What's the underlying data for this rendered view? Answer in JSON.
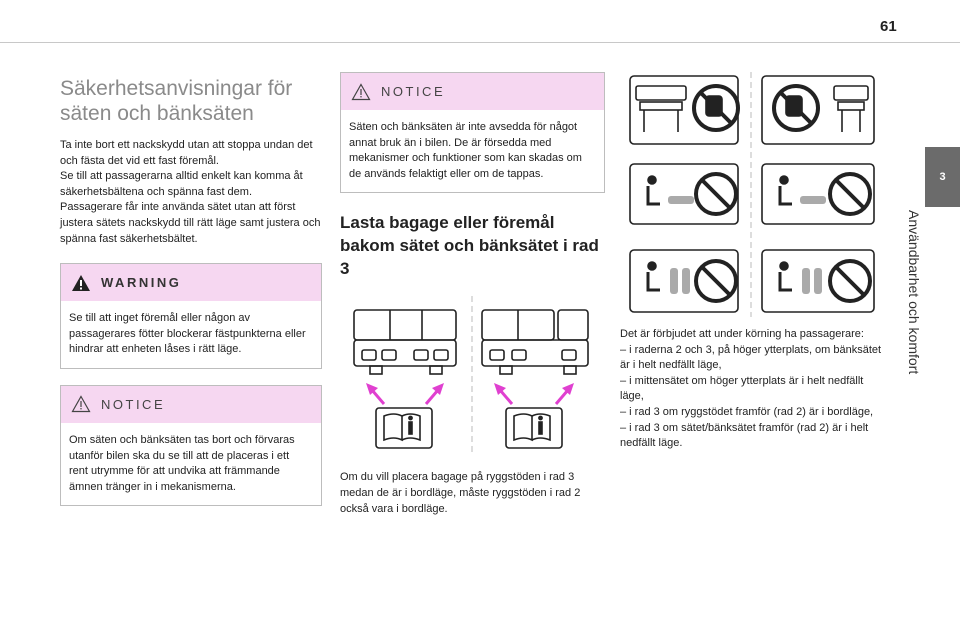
{
  "page": {
    "number": "61"
  },
  "side": {
    "tab_number": "3",
    "chapter": "Användbarhet och komfort"
  },
  "col1": {
    "title": "Säkerhetsanvisningar för säten och bänksäten",
    "intro": "Ta inte bort ett nackskydd utan att stoppa undan det och fästa det vid ett fast föremål.\nSe till att passagerarna alltid enkelt kan komma åt säkerhetsbältena och spänna fast dem.\nPassagerare får inte använda sätet utan att först justera sätets nackskydd till rätt läge samt justera och spänna fast säkerhetsbältet.",
    "warning": {
      "label": "WARNING",
      "text": "Se till att inget föremål eller någon av passagerares fötter blockerar fästpunkterna eller hindrar att enheten låses i rätt läge."
    },
    "notice": {
      "label": "NOTICE",
      "text": "Om säten och bänksäten tas bort och förvaras utanför bilen ska du se till att de placeras i ett rent utrymme för att undvika att främmande ämnen tränger in i mekanismerna."
    }
  },
  "col2": {
    "notice": {
      "label": "NOTICE",
      "text": "Säten och bänksäten är inte avsedda för något annat bruk än i bilen. De är försedda med mekanismer och funktioner som kan skadas om de används felaktigt eller om de tappas."
    },
    "section_title": "Lasta bagage eller föremål bakom sätet och bänksätet i rad 3",
    "caption": "Om du vill placera bagage på ryggstöden i rad 3 medan de är i bordläge, måste ryggstöden i rad 2 också vara i bordläge."
  },
  "col3": {
    "text": "Det är förbjudet att under körning ha passagerare:\n–  i raderna 2 och 3, på höger ytterplats, om bänksätet är i helt nedfällt läge,\n–  i mittensätet om höger ytterplats är i helt nedfällt läge,\n–  i rad 3 om ryggstödet framför (rad 2) är i bordläge,\n–  i rad 3 om sätet/bänksätet framför (rad 2) är i helt nedfällt läge."
  },
  "colors": {
    "notice_header": "#f6d7f1",
    "arrow": "#e040d0",
    "prohibit": "#222222",
    "side_tab": "#6b6b6b",
    "title_grey": "#8a8a8a"
  },
  "icons": [
    "warning-triangle-icon",
    "notice-triangle-icon",
    "manual-book-icon",
    "arrow-icon",
    "prohibition-icon",
    "seat-icon",
    "passenger-icon"
  ]
}
